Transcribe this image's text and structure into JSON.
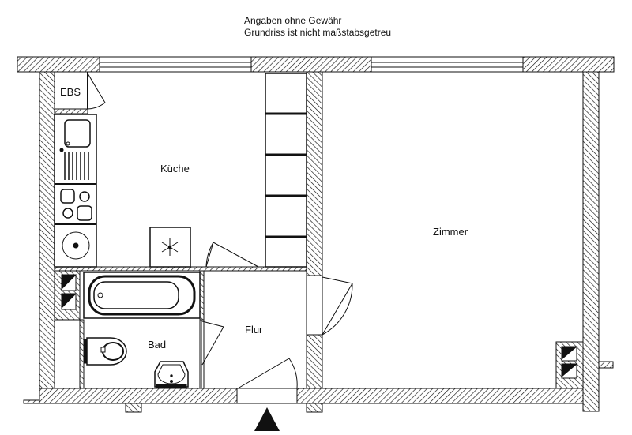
{
  "header": {
    "disclaimer_line1": "Angaben ohne Gewähr",
    "disclaimer_line2": "Grundriss ist nicht maßstabsgetreu"
  },
  "rooms": {
    "kitchen": "Küche",
    "room": "Zimmer",
    "bath": "Bad",
    "hallway": "Flur",
    "ebs": "EBS"
  },
  "symbols": {
    "entrance": "entrance-arrow-icon",
    "fridge": "snowflake-icon",
    "sink": "kitchen-sink-icon",
    "stove": "stove-icon",
    "washer": "washing-machine-icon",
    "bathtub": "bathtub-icon",
    "toilet": "toilet-icon",
    "washbasin": "washbasin-icon",
    "chimney": "chimney-shaft-icon"
  },
  "colors": {
    "line": "#111111",
    "background": "#ffffff"
  }
}
